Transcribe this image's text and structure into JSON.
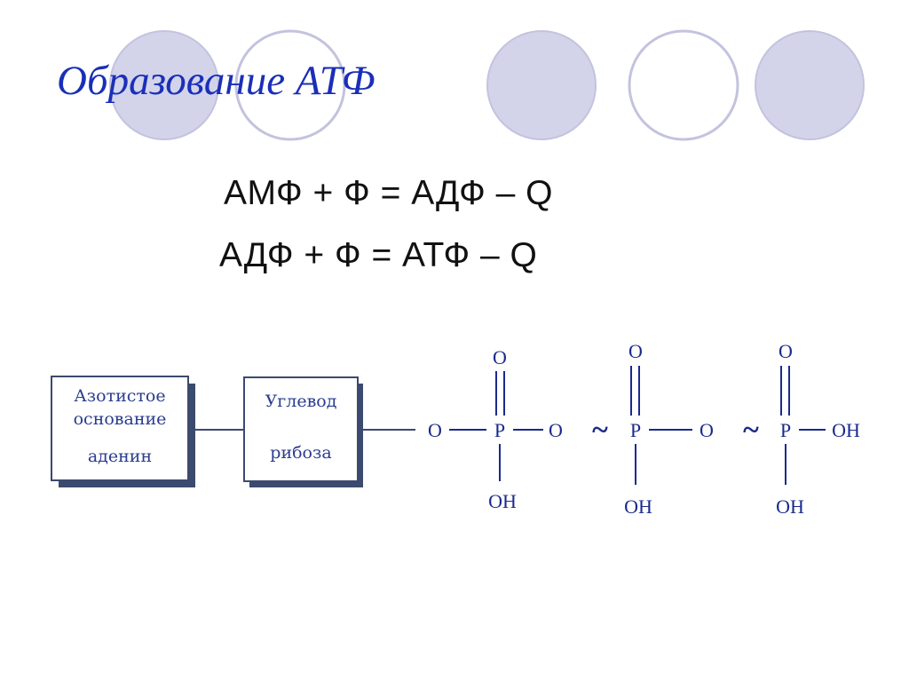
{
  "title": "Образование АТФ",
  "equations": [
    "АМФ + Ф = АДФ – Q",
    "АДФ + Ф = АТФ – Q"
  ],
  "diagram": {
    "base_box": [
      "Азотистое",
      "основание",
      "аденин"
    ],
    "sugar_box": [
      "Углевод",
      "рибоза"
    ],
    "atoms": {
      "O": "O",
      "P": "P",
      "OH": "OH",
      "tilde": "~"
    }
  },
  "colors": {
    "title": "#1a2fb8",
    "circle_fill": "#d3d3ea",
    "circle_stroke": "#b5b5d5",
    "diagram_ink": "#1a2a8c"
  }
}
